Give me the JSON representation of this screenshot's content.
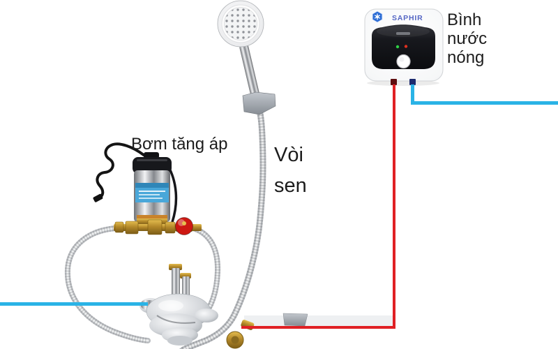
{
  "diagram": {
    "pump": {
      "label": "Bơm tăng áp"
    },
    "shower": {
      "label": "Vòi\nsen"
    },
    "heater": {
      "label": "Bình\nnước\nnóng",
      "brand": "SAPHIR"
    }
  },
  "colors": {
    "hot-line": "#e02024",
    "cold-line": "#2ab3e6",
    "brand-blue": "#5566c4",
    "label-text": "#1c1c1c",
    "valve-red": "#cd1812",
    "indicator-green": "#2fd045",
    "indicator-red": "#e03020"
  }
}
